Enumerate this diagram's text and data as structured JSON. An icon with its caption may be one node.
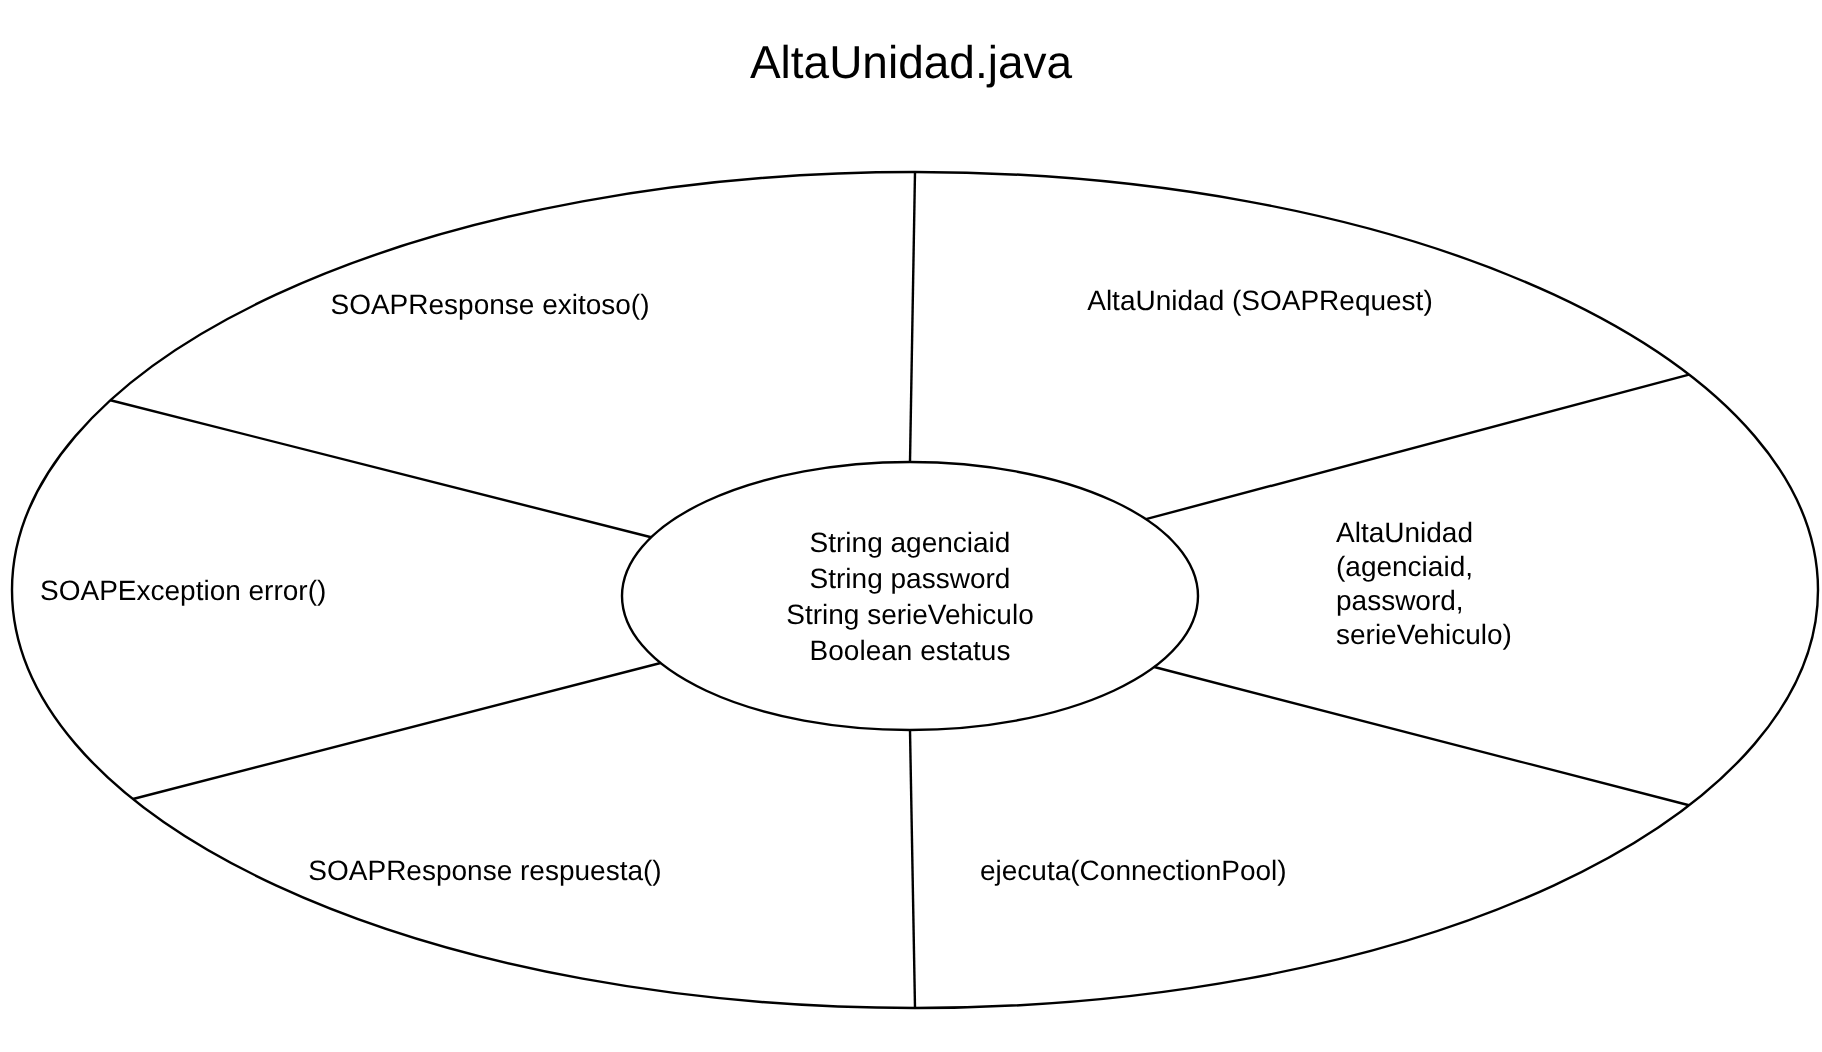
{
  "diagram": {
    "title": "AltaUnidad.java",
    "nodes": [
      {
        "text": [],
        "shape": "ellipse"
      },
      {
        "text": [
          "String agenciaid",
          "String password",
          "String serieVehiculo",
          "Boolean estatus"
        ],
        "in": 0
      }
    ],
    "edges": [
      {
        "from": 1,
        "to": 0,
        "arrow": "none"
      },
      {
        "from": 1,
        "to": 0,
        "arrow": "none"
      },
      {
        "from": 1,
        "to": 0,
        "arrow": "none"
      },
      {
        "from": 1,
        "to": 0,
        "arrow": "none"
      },
      {
        "from": 1,
        "to": 0,
        "arrow": "none"
      },
      {
        "from": 1,
        "to": 0,
        "arrow": "none"
      }
    ],
    "labels": [
      "SOAPResponse exitoso()",
      "AltaUnidad (SOAPRequest)",
      "SOAPException error()",
      "AltaUnidad (agenciaid, password, serieVehiculo)",
      "SOAPResponse respuesta()",
      "ejecuta(ConnectionPool)"
    ]
  }
}
